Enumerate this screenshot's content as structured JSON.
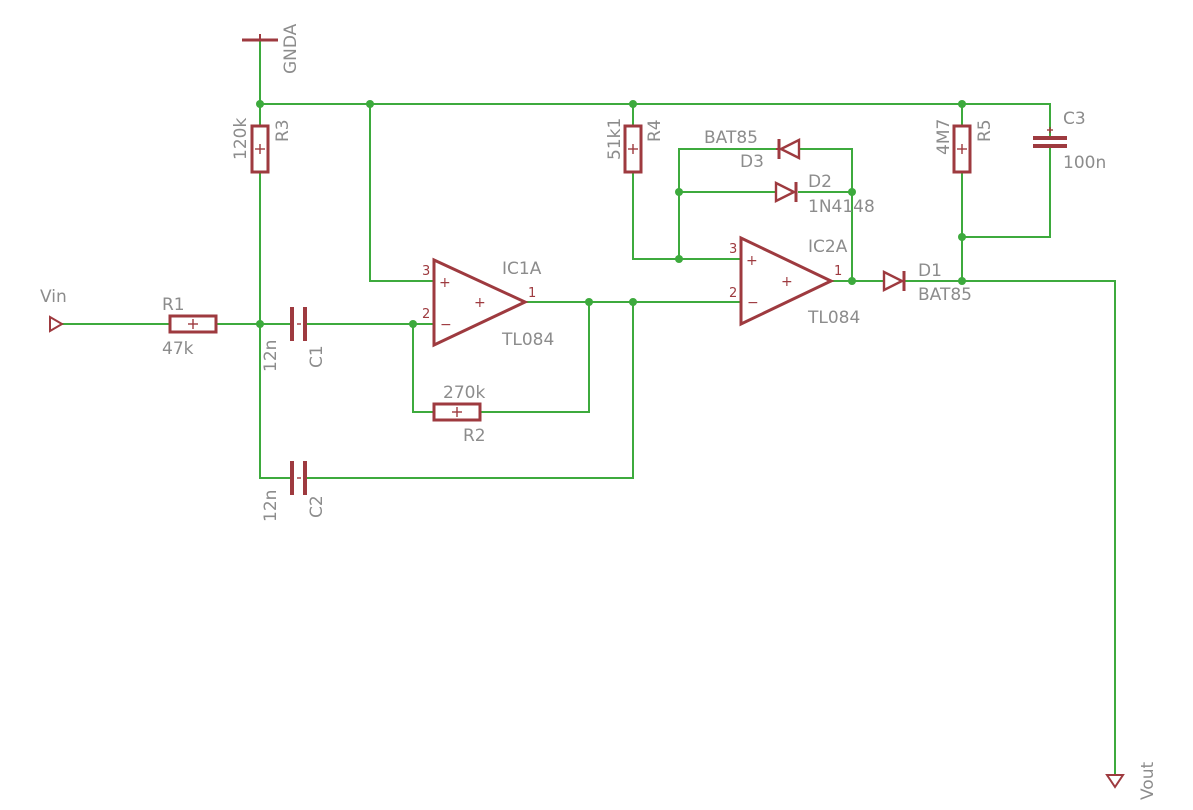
{
  "labels": {
    "gnd": "GNDA",
    "vin": "Vin",
    "vout": "Vout",
    "r1_name": "R1",
    "r1_value": "47k",
    "r2_name": "R2",
    "r2_value": "270k",
    "r3_name": "R3",
    "r3_value": "120k",
    "r4_name": "R4",
    "r4_value": "51k1",
    "r5_name": "R5",
    "r5_value": "4M7",
    "c1_name": "C1",
    "c1_value": "12n",
    "c2_name": "C2",
    "c2_value": "12n",
    "c3_name": "C3",
    "c3_value": "100n",
    "d1_name": "D1",
    "d1_value": "BAT85",
    "d2_name": "D2",
    "d2_value": "1N4148",
    "d3_name": "D3",
    "d3_value": "BAT85",
    "ic1_name": "IC1A",
    "ic1_value": "TL084",
    "ic2_name": "IC2A",
    "ic2_value": "TL084",
    "ic1_pin_plus": "3",
    "ic1_pin_minus": "2",
    "ic1_pin_out": "1",
    "ic2_pin_plus": "3",
    "ic2_pin_minus": "2",
    "ic2_pin_out": "1",
    "plus_sign": "+",
    "minus_sign": "−"
  },
  "colors": {
    "wire": "#3daa3d",
    "component": "#9e3a3f",
    "label": "#8c8c8c"
  }
}
